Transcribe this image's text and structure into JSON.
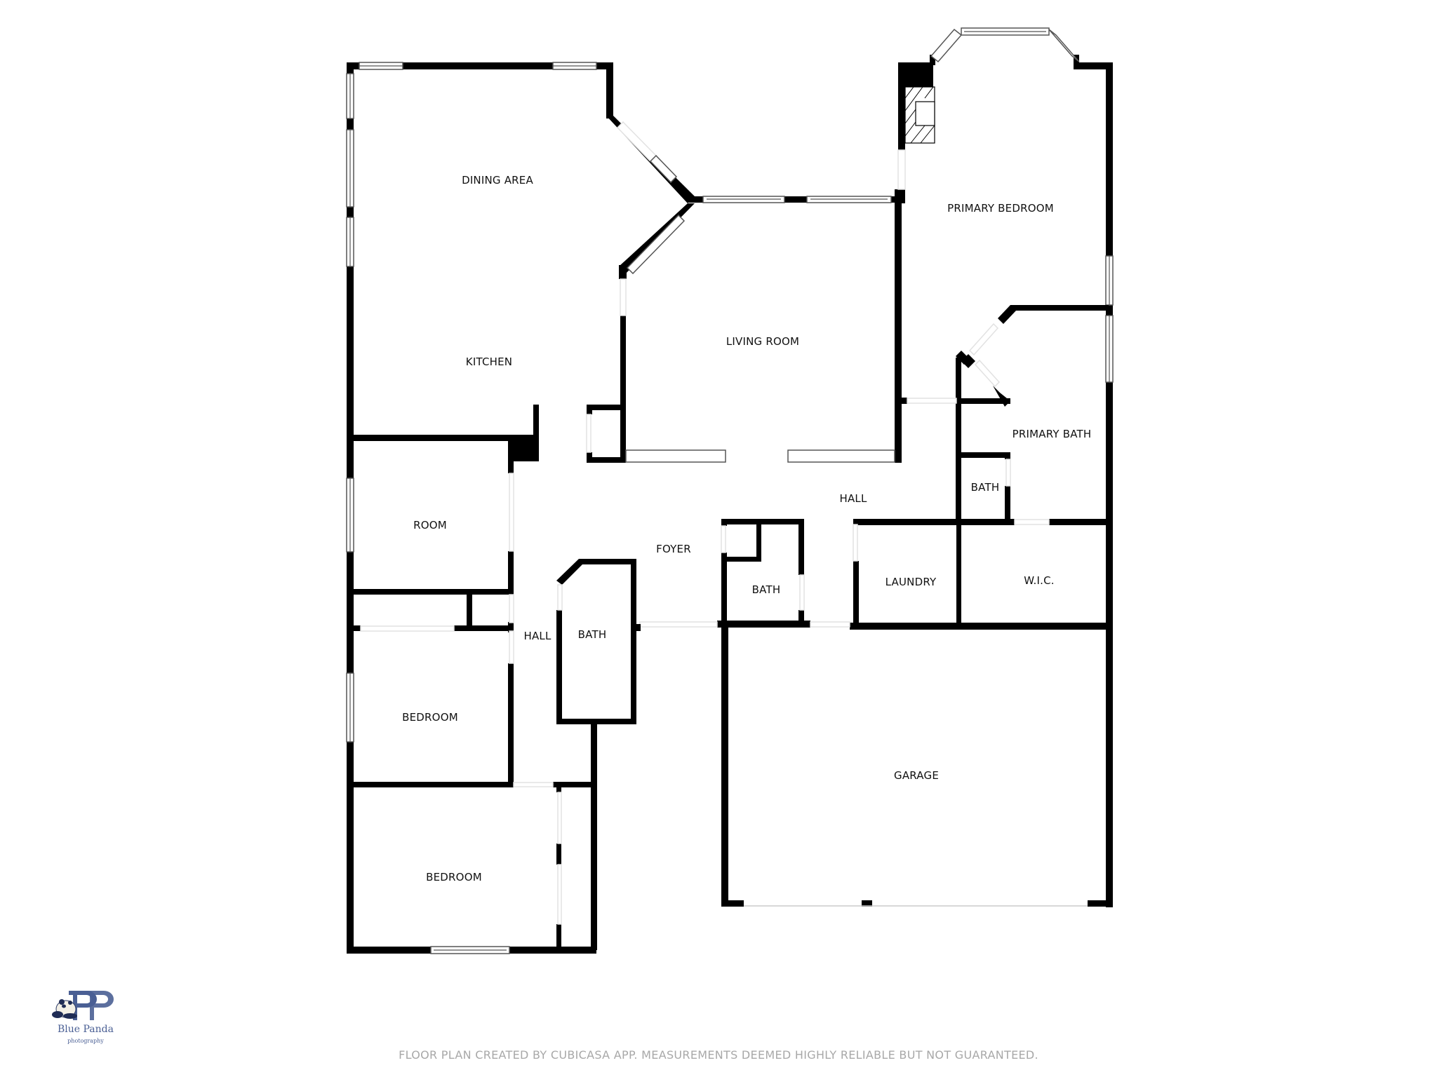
{
  "rooms": {
    "dining_area": "DINING AREA",
    "kitchen": "KITCHEN",
    "living_room": "LIVING ROOM",
    "primary_bedroom": "PRIMARY BEDROOM",
    "primary_bath": "PRIMARY BATH",
    "bath_primary_wc": "BATH",
    "hall_east": "HALL",
    "room": "ROOM",
    "foyer": "FOYER",
    "bath_foyer": "BATH",
    "laundry": "LAUNDRY",
    "wic": "W.I.C.",
    "hall_west": "HALL",
    "bath_hall": "BATH",
    "bedroom_1": "BEDROOM",
    "bedroom_2": "BEDROOM",
    "garage": "GARAGE"
  },
  "logo": {
    "initials": "BP",
    "name": "Blue Panda",
    "tagline": "photography",
    "color": "#4a5f94"
  },
  "footer": {
    "disclaimer": "FLOOR PLAN CREATED BY CUBICASA APP. MEASUREMENTS DEEMED HIGHLY RELIABLE BUT NOT GUARANTEED."
  },
  "colors": {
    "wall": "#000000",
    "background": "#ffffff",
    "disclaimer_text": "#a8a8a8"
  }
}
